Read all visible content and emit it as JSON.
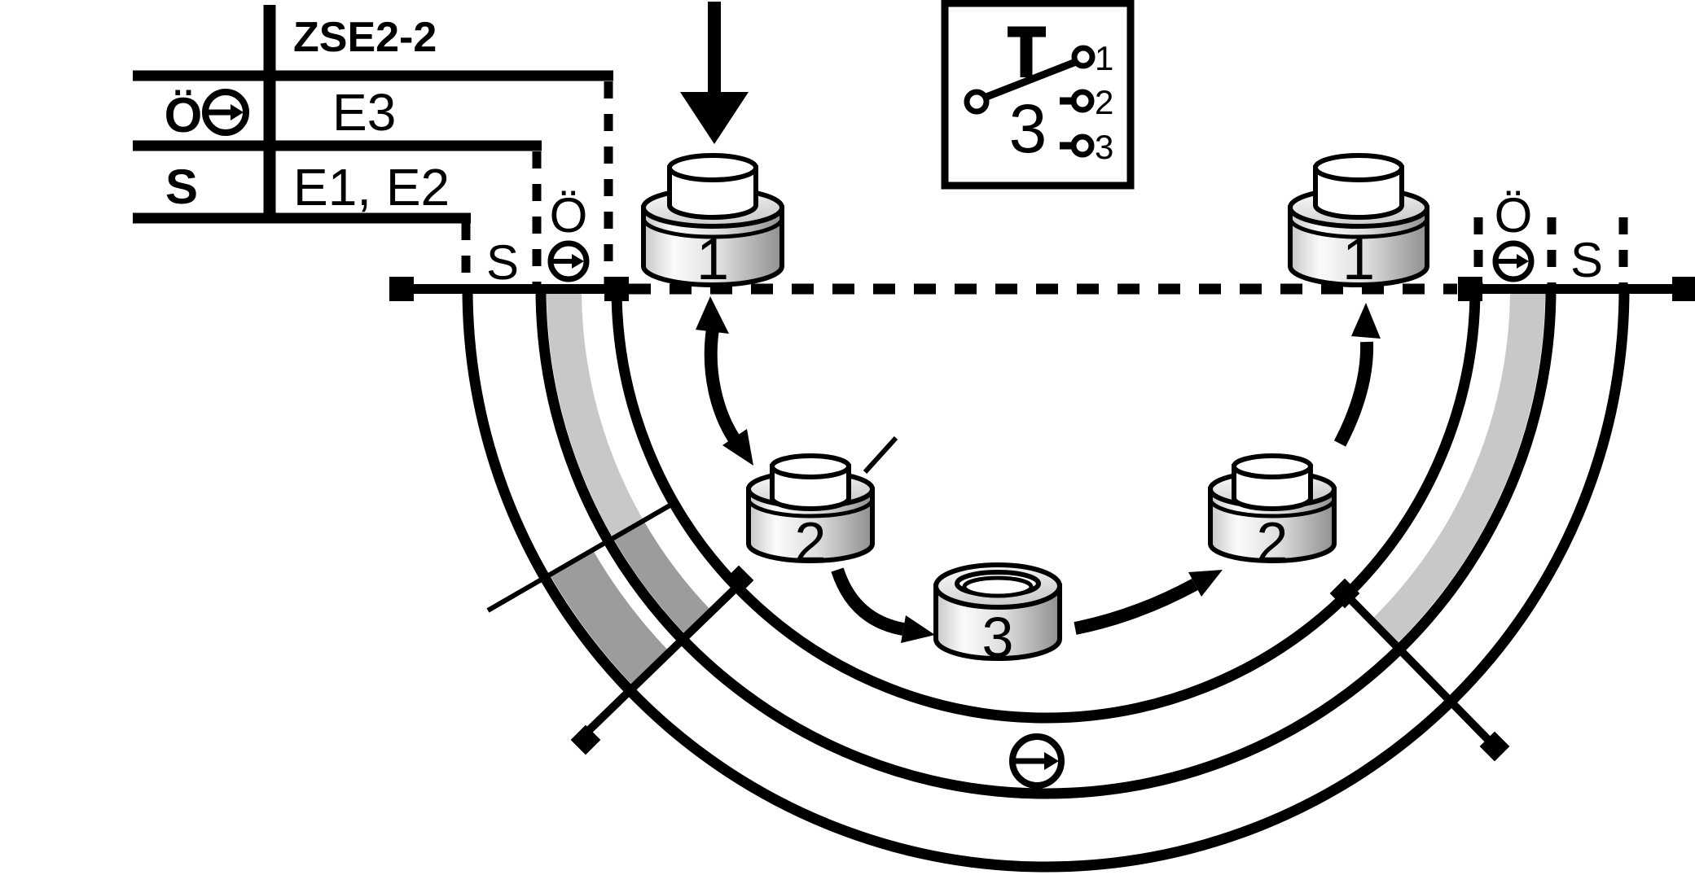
{
  "legend": {
    "title": "ZSE2-2",
    "rows": [
      {
        "label": "Ö",
        "symbol": "circle-right-arrow",
        "value": "E3"
      },
      {
        "label": "S",
        "symbol": "none",
        "value": "E1, E2"
      }
    ]
  },
  "switch_symbol": {
    "selector_position": "3",
    "terminals": [
      "1",
      "2",
      "3"
    ]
  },
  "zones": {
    "left": {
      "s_label": "S",
      "o_label": "Ö"
    },
    "right": {
      "s_label": "S",
      "o_label": "Ö"
    }
  },
  "buttons": {
    "pos1_left": "1",
    "pos2_left": "2",
    "pos3_bottom": "3",
    "pos2_right": "2",
    "pos1_right": "1"
  },
  "colors": {
    "ink": "#000000",
    "band_light": "#c8c8c8",
    "band_medium": "#9c9c9c"
  }
}
